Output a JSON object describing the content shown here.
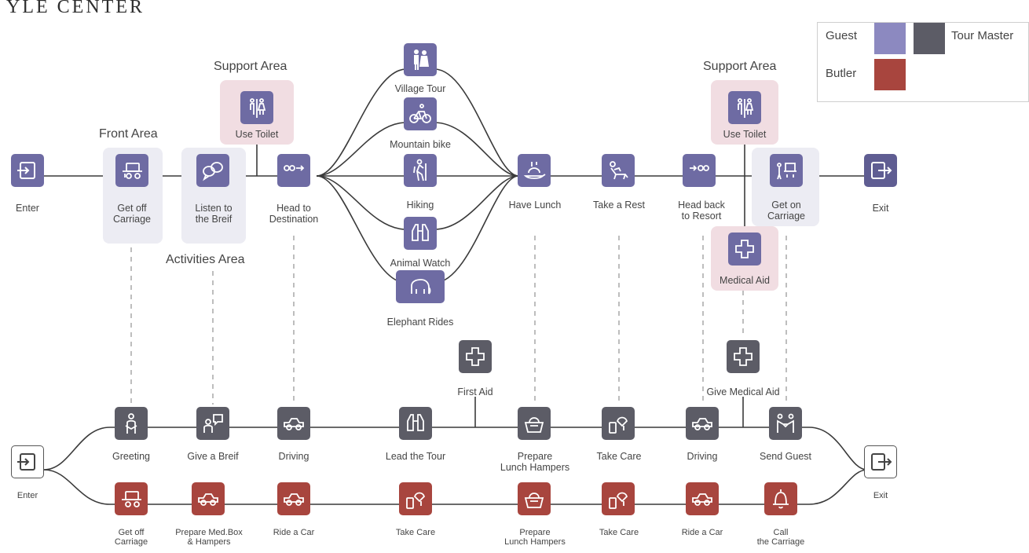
{
  "header": {
    "title": "YLE CENTER"
  },
  "areas": {
    "front": "Front Area",
    "support_left": "Support Area",
    "support_right": "Support Area",
    "activities": "Activities Area"
  },
  "legend": {
    "guest": "Guest",
    "tour_master": "Tour Master",
    "butler": "Butler",
    "colors": {
      "guest": "#6e6ba3",
      "tour_master": "#5c5c66",
      "butler": "#a8453e"
    }
  },
  "guest": {
    "enter": "Enter",
    "get_off": "Get off\nCarriage",
    "listen": "Listen to\nthe Breif",
    "use_toilet_left": "Use Toilet",
    "head_to": "Head to\nDestination",
    "village": "Village Tour",
    "bike": "Mountain bike",
    "hiking": "Hiking",
    "animal": "Animal Watch",
    "elephant": "Elephant Rides",
    "lunch": "Have Lunch",
    "rest": "Take a Rest",
    "head_back": "Head back\nto Resort",
    "use_toilet_right": "Use Toilet",
    "medical": "Medical Aid",
    "get_on": "Get on\nCarriage",
    "exit": "Exit"
  },
  "tour_master": {
    "first_aid": "First Aid",
    "give_medical": "Give Medical Aid",
    "greeting": "Greeting",
    "give_brief": "Give a Breif",
    "driving1": "Driving",
    "lead_tour": "Lead the Tour",
    "prepare_lunch": "Prepare\nLunch Hampers",
    "take_care": "Take Care",
    "driving2": "Driving",
    "send_guest": "Send Guest"
  },
  "butler": {
    "enter": "Enter",
    "get_off": "Get off\nCarriage",
    "prepare_med": "Prepare Med.Box\n& Hampers",
    "ride1": "Ride a Car",
    "take_care1": "Take Care",
    "prepare_lunch": "Prepare\nLunch Hampers",
    "take_care2": "Take Care",
    "ride2": "Ride a Car",
    "call": "Call\nthe Carriage",
    "exit": "Exit"
  },
  "icons": {
    "enter": "enter-icon",
    "exit": "exit-icon",
    "carriage": "carriage-icon",
    "speech": "speech-bubbles-icon",
    "toilet": "toilet-icon",
    "head": "head-arrow-icon",
    "village": "village-people-icon",
    "bike": "bicycle-icon",
    "hiking": "hiker-icon",
    "binoculars": "binoculars-icon",
    "elephant": "elephant-icon",
    "lunch": "lunch-icon",
    "rest": "recliner-icon",
    "medical": "medical-cross-icon",
    "greeting": "greeting-person-icon",
    "brief": "speaker-icon",
    "car": "car-icon",
    "basket": "hamper-icon",
    "care": "care-icon",
    "handshake": "handshake-icon",
    "bell": "bell-icon"
  }
}
